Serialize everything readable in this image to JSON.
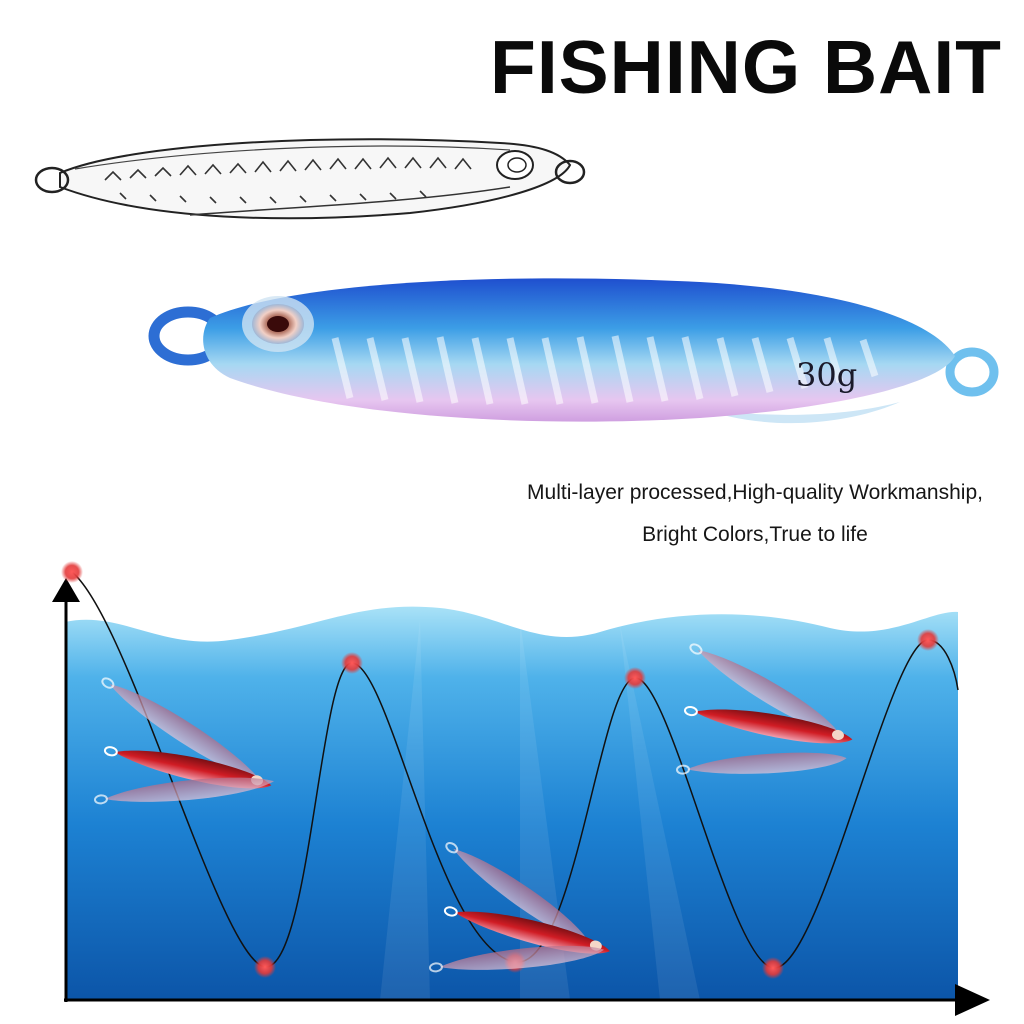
{
  "title": "FISHING BAIT",
  "lure": {
    "weight_label": "30g"
  },
  "description": {
    "line1": "Multi-layer processed,High-quality Workmanship,",
    "line2": "Bright Colors,True to life"
  },
  "colors": {
    "water_top": "#8fd7f5",
    "water_mid": "#1f86d6",
    "water_bottom": "#0b4f9e",
    "lure_blue": "#2a6fd8",
    "lure_pink": "#efc6ee",
    "lure_red": "#c8141c",
    "marker_red": "#e23a3a"
  }
}
